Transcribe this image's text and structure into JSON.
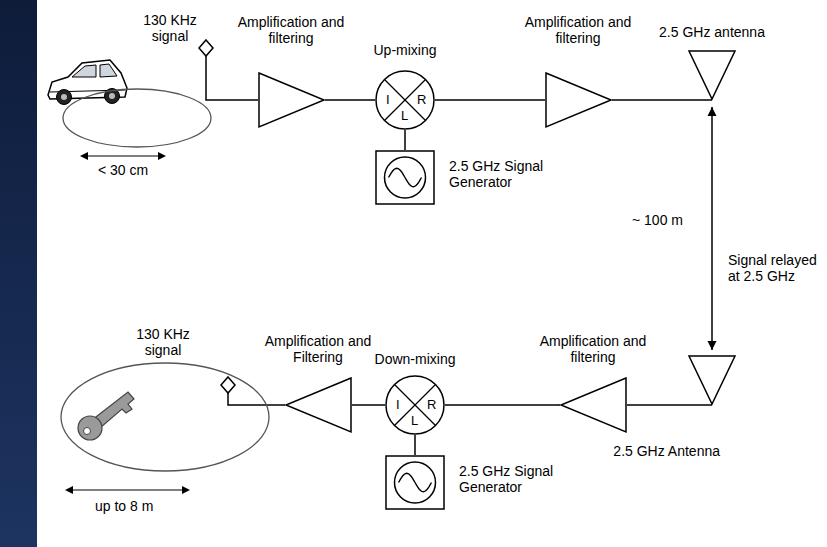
{
  "diagram": {
    "nodes": [
      {
        "text": [
          "130 KHz signal"
        ]
      },
      {
        "text": [
          "Amplification and filtering"
        ]
      },
      {
        "text": [
          "Up-mixing",
          "I",
          "R",
          "L"
        ]
      },
      {
        "text": [
          "2.5 GHz Signal Generator"
        ]
      },
      {
        "text": [
          "Amplification and filtering"
        ]
      },
      {
        "text": [
          "2.5 GHz antenna"
        ]
      },
      {
        "text": [
          "2.5 GHz Antenna"
        ]
      },
      {
        "text": [
          "Amplification and filtering"
        ]
      },
      {
        "text": [
          "Down-mixing",
          "I",
          "R",
          "L"
        ]
      },
      {
        "text": [
          "2.5 GHz Signal Generator"
        ]
      },
      {
        "text": [
          "Amplification and Filtering"
        ]
      },
      {
        "text": [
          "130 KHz signal"
        ]
      }
    ],
    "edges": [
      {
        "from": 0,
        "to": 1,
        "arrow": "none"
      },
      {
        "from": 1,
        "to": 2,
        "arrow": "none"
      },
      {
        "from": 3,
        "to": 2,
        "arrow": "none"
      },
      {
        "from": 2,
        "to": 4,
        "arrow": "none"
      },
      {
        "from": 4,
        "to": 5,
        "arrow": "none"
      },
      {
        "from": 5,
        "to": 6,
        "arrow": "both"
      },
      {
        "from": 6,
        "to": 7,
        "arrow": "none"
      },
      {
        "from": 7,
        "to": 8,
        "arrow": "none"
      },
      {
        "from": 9,
        "to": 8,
        "arrow": "none"
      },
      {
        "from": 8,
        "to": 10,
        "arrow": "none"
      },
      {
        "from": 10,
        "to": 11,
        "arrow": "none"
      }
    ],
    "labels": [
      "< 30 cm",
      "~ 100 m",
      "Signal relayed at 2.5 GHz",
      "up to 8 m"
    ]
  }
}
